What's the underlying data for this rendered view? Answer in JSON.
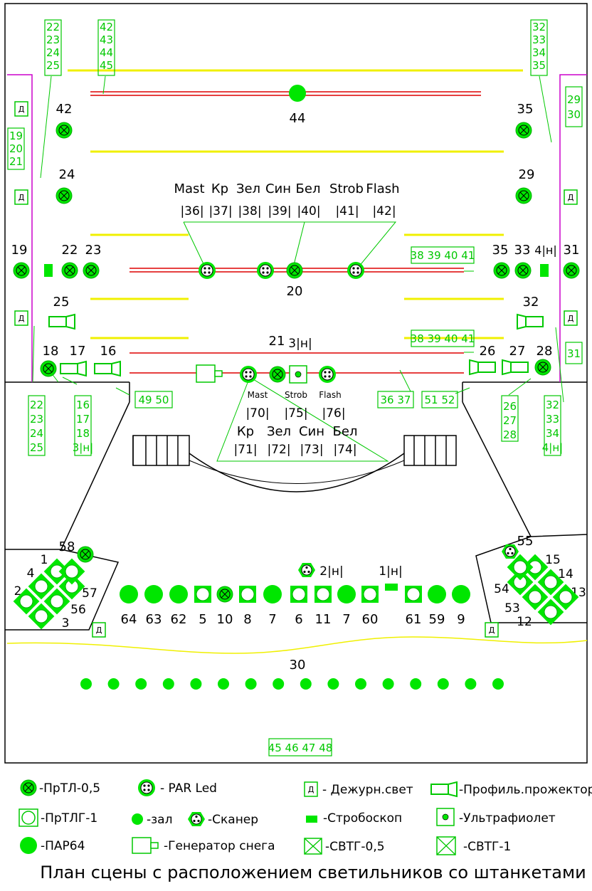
{
  "top_groups": {
    "g22_25": [
      "22",
      "23",
      "24",
      "25"
    ],
    "g42_45": [
      "42",
      "43",
      "44",
      "45"
    ],
    "g32_35": [
      "32",
      "33",
      "34",
      "35"
    ],
    "g29_30": [
      "29",
      "30"
    ],
    "g19_21": [
      "19",
      "20",
      "21"
    ]
  },
  "fixtures": {
    "n44": "44",
    "n42": "42",
    "n35": "35",
    "n24": "24",
    "n29": "29",
    "n19": "19",
    "n22": "22",
    "n23": "23",
    "n35b": "35",
    "n33": "33",
    "n4h": "4|н|",
    "n31": "31",
    "n20": "20",
    "n25": "25",
    "n32": "32",
    "n18": "18",
    "n17": "17",
    "n16": "16",
    "n21": "21",
    "n3h": "3|н|",
    "n26": "26",
    "n27": "27",
    "n28": "28"
  },
  "channels_top": {
    "names": [
      "Mast",
      "Кр",
      "Зел",
      "Син",
      "Бел",
      "Strob",
      "Flash"
    ],
    "numbers": [
      "|36|",
      "|37|",
      "|38|",
      "|39|",
      "|40|",
      "|41|",
      "|42|"
    ]
  },
  "channels_bottom": {
    "row1_names": [
      "Mast",
      "Strob",
      "Flash"
    ],
    "row1_numbers": [
      "|70|",
      "|75|",
      "|76|"
    ],
    "row2_names": [
      "Кр",
      "Зел",
      "Син",
      "Бел"
    ],
    "row2_numbers": [
      "|71|",
      "|72|",
      "|73|",
      "|74|"
    ]
  },
  "labels": {
    "b38_41_top": "38 39 40 41",
    "b38_41_mid": "38 39 40 41",
    "b31": "31",
    "b49_50": "49 50",
    "b36_37": "36 37",
    "b51_52": "51 52",
    "b45_48": "45 46 47 48",
    "d": "Д"
  },
  "bottom_groups": {
    "left": [
      "22",
      "23",
      "24",
      "25"
    ],
    "left2": [
      "16",
      "17",
      "18",
      "3|н|"
    ],
    "right2": [
      "26",
      "27",
      "28"
    ],
    "right": [
      "32",
      "33",
      "34",
      "4|н|"
    ]
  },
  "side_left": {
    "n58": "58",
    "n1": "1",
    "n4": "4",
    "n2": "2",
    "n57": "57",
    "n56": "56",
    "n3": "3"
  },
  "side_right": {
    "n55": "55",
    "n15": "15",
    "n14": "14",
    "n13": "13",
    "n54": "54",
    "n53": "53",
    "n12": "12"
  },
  "front_row": {
    "n2h": "2|н|",
    "n1h": "1|н|",
    "labels": [
      "64",
      "63",
      "62",
      "5",
      "10",
      "8",
      "7",
      "6",
      "11",
      "7",
      "60",
      "61",
      "59",
      "9"
    ],
    "types": [
      "par",
      "par",
      "par",
      "box",
      "cross",
      "box",
      "par",
      "box",
      "box",
      "par",
      "box",
      "box",
      "par",
      "par"
    ]
  },
  "hall": {
    "label": "30",
    "count": 16
  },
  "legend": {
    "prtl05": "-ПрТЛ-0,5",
    "parled": "- PAR Led",
    "dezh": "- Дежурн.свет",
    "profil": "-Профиль.прожектор",
    "prtlg1": "-ПрТЛГ-1",
    "zal": "-зал",
    "scanner": "-Сканер",
    "strob": "-Стробоскоп",
    "uv": "-Ультрафиолет",
    "par64": "-ПАР64",
    "snow": "-Генератор снега",
    "svtg05": "-СВТГ-0,5",
    "svtg1": "-СВТГ-1"
  },
  "caption": "План сцены с расположением светильников со штанкетами",
  "colors": {
    "fixture": "#00e600",
    "box": "#00c800",
    "yellow": "#f0f000",
    "red": "#dd0000",
    "magenta": "#cc00cc"
  }
}
